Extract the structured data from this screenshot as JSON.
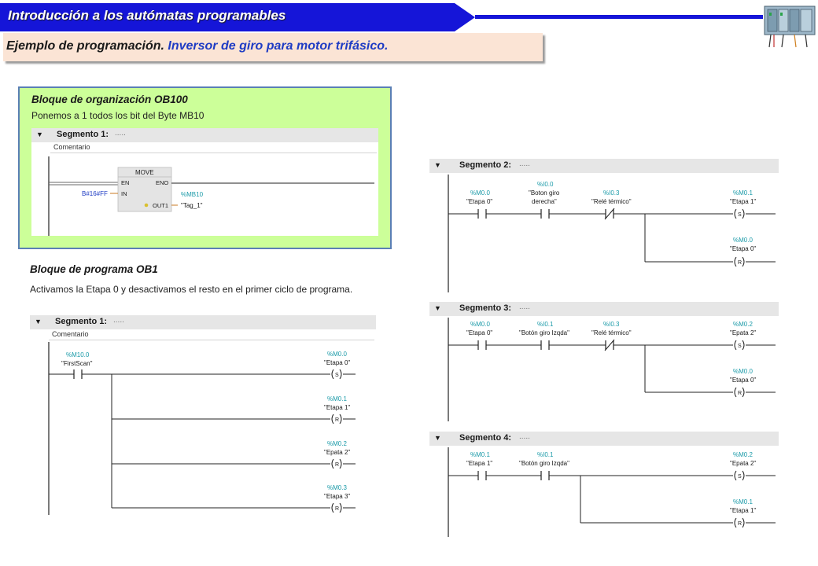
{
  "header": {
    "title": "Introducción a los autómatas programables",
    "subtitle_prefix": "Ejemplo de programación.",
    "subtitle_suffix": "Inversor de giro para motor trifásico."
  },
  "ob100": {
    "heading": "Bloque de organización OB100",
    "description": "Ponemos a 1 todos los bit del Byte MB10",
    "segment": {
      "label": "Segmento 1:",
      "dots": ".....",
      "comment": "Comentario",
      "block": {
        "name": "MOVE",
        "en": "EN",
        "eno": "ENO",
        "in": "IN",
        "out": "OUT1",
        "in_value": "B#16#FF",
        "out_address": "%MB10",
        "out_tag": "\"Tag_1\""
      }
    }
  },
  "ob1": {
    "heading": "Bloque de programa OB1",
    "description": "Activamos la Etapa 0 y desactivamos el resto en el primer ciclo de programa.",
    "segment": {
      "label": "Segmento 1:",
      "dots": ".....",
      "comment": "Comentario",
      "contact": {
        "address": "%M10.0",
        "tag": "\"FirstScan\""
      },
      "coils": [
        {
          "address": "%M0.0",
          "tag": "\"Etapa 0\"",
          "type": "S"
        },
        {
          "address": "%M0.1",
          "tag": "\"Etapa 1\"",
          "type": "R"
        },
        {
          "address": "%M0.2",
          "tag": "\"Epata 2\"",
          "type": "R"
        },
        {
          "address": "%M0.3",
          "tag": "\"Etapa 3\"",
          "type": "R"
        }
      ]
    }
  },
  "segments_right": [
    {
      "label": "Segmento 2:",
      "dots": ".....",
      "contacts": [
        {
          "address": "%M0.0",
          "tag": "\"Etapa 0\"",
          "nc": false
        },
        {
          "address": "%I0.0",
          "tag": "\"Boton giro derecha\"",
          "tag_line1": "\"Boton giro",
          "tag_line2": "derecha\"",
          "nc": false
        },
        {
          "address": "%I0.3",
          "tag": "\"Relé térmico\"",
          "nc": true
        }
      ],
      "coils": [
        {
          "address": "%M0.1",
          "tag": "\"Etapa 1\"",
          "type": "S"
        },
        {
          "address": "%M0.0",
          "tag": "\"Etapa 0\"",
          "type": "R"
        }
      ]
    },
    {
      "label": "Segmento 3:",
      "dots": ".....",
      "contacts": [
        {
          "address": "%M0.0",
          "tag": "\"Etapa 0\"",
          "nc": false
        },
        {
          "address": "%I0.1",
          "tag": "\"Botón giro Izqda\"",
          "nc": false
        },
        {
          "address": "%I0.3",
          "tag": "\"Relé térmico\"",
          "nc": true
        }
      ],
      "coils": [
        {
          "address": "%M0.2",
          "tag": "\"Epata 2\"",
          "type": "S"
        },
        {
          "address": "%M0.0",
          "tag": "\"Etapa 0\"",
          "type": "R"
        }
      ]
    },
    {
      "label": "Segmento 4:",
      "dots": ".....",
      "contacts": [
        {
          "address": "%M0.1",
          "tag": "\"Etapa 1\"",
          "nc": false
        },
        {
          "address": "%I0.1",
          "tag": "\"Botón giro Izqda\"",
          "nc": false
        }
      ],
      "coils": [
        {
          "address": "%M0.2",
          "tag": "\"Epata 2\"",
          "type": "S"
        },
        {
          "address": "%M0.1",
          "tag": "\"Etapa 1\"",
          "type": "R"
        }
      ]
    }
  ],
  "colors": {
    "banner_blue": "#1515d8",
    "panel_green": "#ccff99",
    "subtitle_bg": "#fbe4d5",
    "address_teal": "#1a9aa8"
  }
}
